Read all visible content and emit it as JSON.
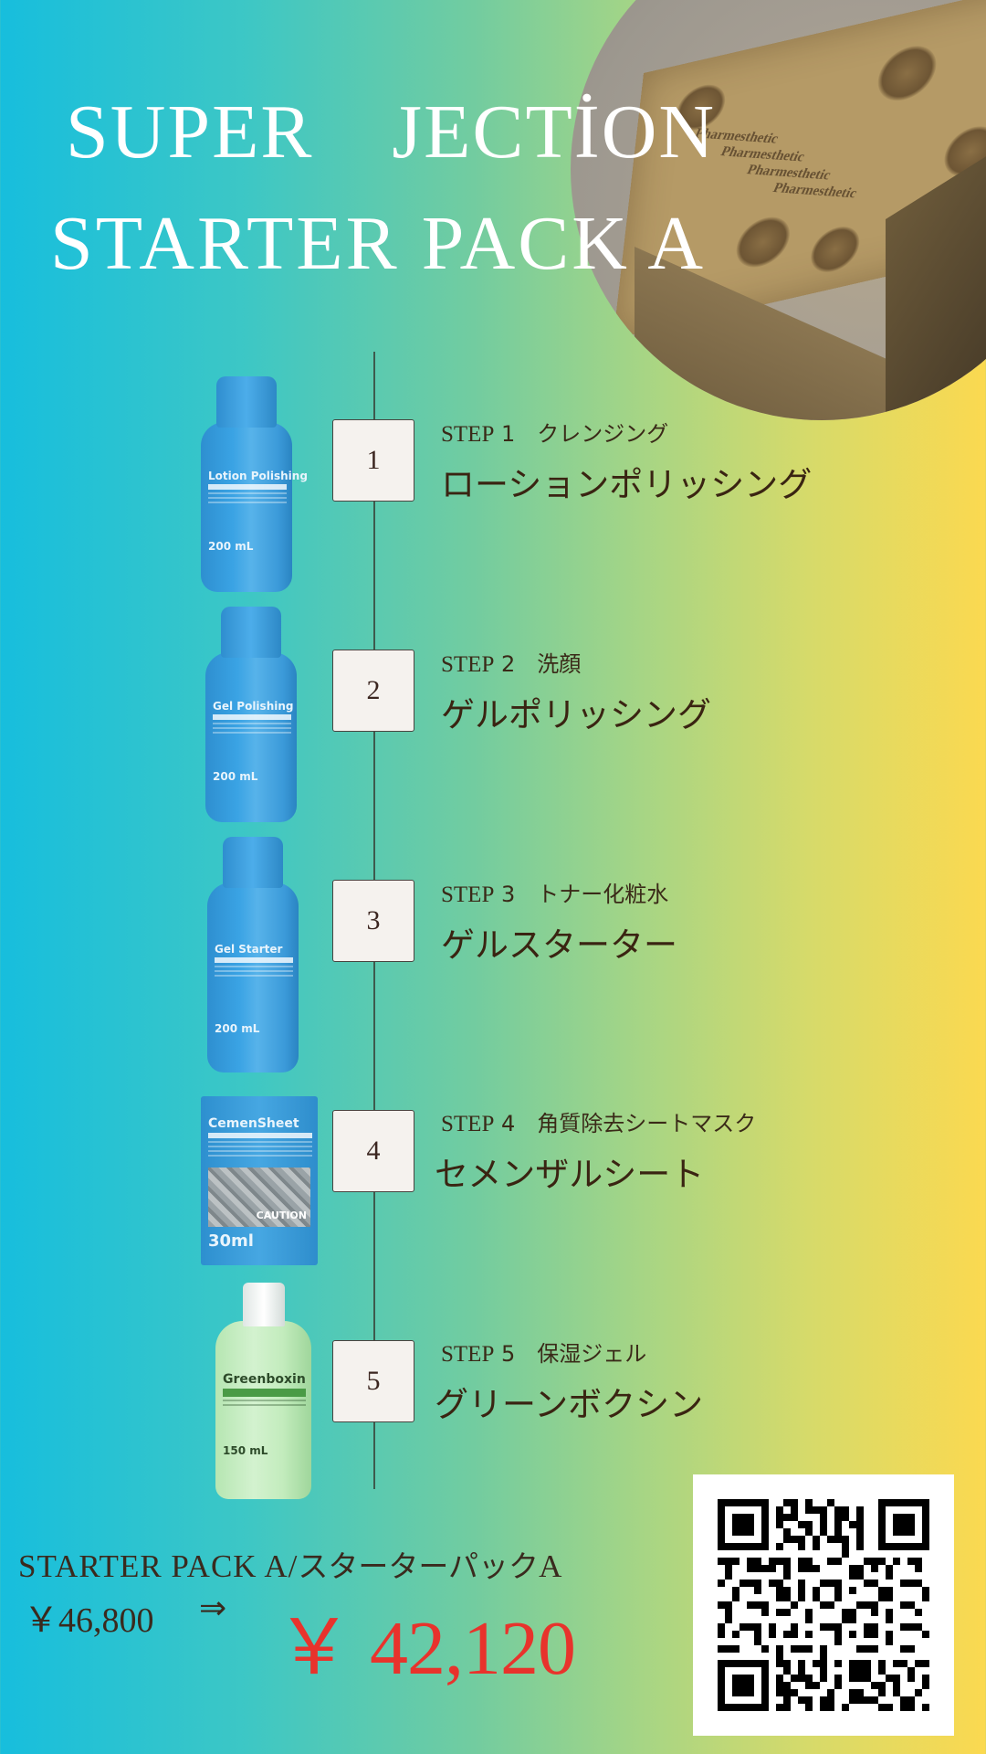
{
  "title": {
    "line1": "SUPER　JECTİON",
    "line2": "STARTER PACK A"
  },
  "hero_image": {
    "alt": "Pharmesthetic patterned kraft gift box",
    "brand_print": "Pharmesthetic"
  },
  "steps": [
    {
      "number": "1",
      "step_en": "STEP",
      "step_num": "1",
      "category": "クレンジング",
      "product_name": "ローションポリッシング",
      "product_image": {
        "label": "Lotion Polishing",
        "volume": "200 mL",
        "type": "blue-bottle"
      }
    },
    {
      "number": "2",
      "step_en": "STEP",
      "step_num": "2",
      "category": "洗顔",
      "product_name": "ゲルポリッシング",
      "product_image": {
        "label": "Gel Polishing",
        "volume": "200 mL",
        "type": "blue-bottle"
      }
    },
    {
      "number": "3",
      "step_en": "STEP",
      "step_num": "3",
      "category": "トナー化粧水",
      "product_name": "ゲルスターター",
      "product_image": {
        "label": "Gel Starter",
        "volume": "200 mL",
        "type": "blue-bottle"
      }
    },
    {
      "number": "4",
      "step_en": "STEP",
      "step_num": "4",
      "category": "角質除去シートマスク",
      "product_name": "セメンザルシート",
      "product_image": {
        "label": "CemenSheet",
        "volume": "30ml",
        "caution": "CAUTION",
        "type": "sachet"
      }
    },
    {
      "number": "5",
      "step_en": "STEP",
      "step_num": "5",
      "category": "保湿ジェル",
      "product_name": "グリーンボクシン",
      "product_image": {
        "label": "Greenboxin",
        "volume": "150 mL",
        "type": "green-bottle"
      }
    }
  ],
  "pricing": {
    "pack_name_en": "STARTER PACK A/",
    "pack_name_jp": "スターターパック",
    "pack_name_suffix": "A",
    "original_price": "￥46,800",
    "arrow": "⇒",
    "sale_price": "￥ 42,120",
    "sale_color": "#e8332c"
  },
  "qr_code": {
    "label": "QR code"
  },
  "colors": {
    "gradient_left": "#17bedd",
    "gradient_mid": "#72cca0",
    "gradient_right": "#fbd950",
    "text_dark": "#3a2a1e",
    "title_text": "#ffffff"
  }
}
